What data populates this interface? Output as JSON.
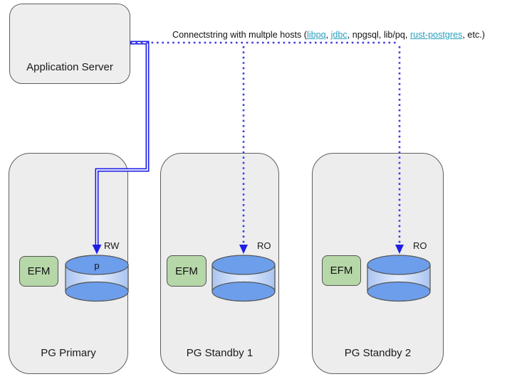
{
  "app_server": {
    "label": "Application Server"
  },
  "connectstring": {
    "prefix": "Connectstring with multple hosts (",
    "link_libpq": "libpq",
    "sep_1": ", ",
    "link_jdbc": "jdbc",
    "mid": ", npgsql, lib/pq, ",
    "link_rust_postgres": "rust-postgres",
    "suffix": ", etc.)"
  },
  "nodes": [
    {
      "label": "PG Primary",
      "efm_label": "EFM",
      "db_role": "RW",
      "db_name": "p"
    },
    {
      "label": "PG Standby 1",
      "efm_label": "EFM",
      "db_role": "RO"
    },
    {
      "label": "PG Standby 2",
      "efm_label": "EFM",
      "db_role": "RO"
    }
  ],
  "colors": {
    "solid_connector_blue": "#1e1ee6",
    "dotted_connector_blue": "#3c3ce6",
    "link_teal": "#28a0be",
    "node_fill": "#ededed",
    "efm_green": "#b6d7a8",
    "cylinder_blue": "#6d9eeb",
    "cylinder_body_light": "#dfeafc"
  }
}
